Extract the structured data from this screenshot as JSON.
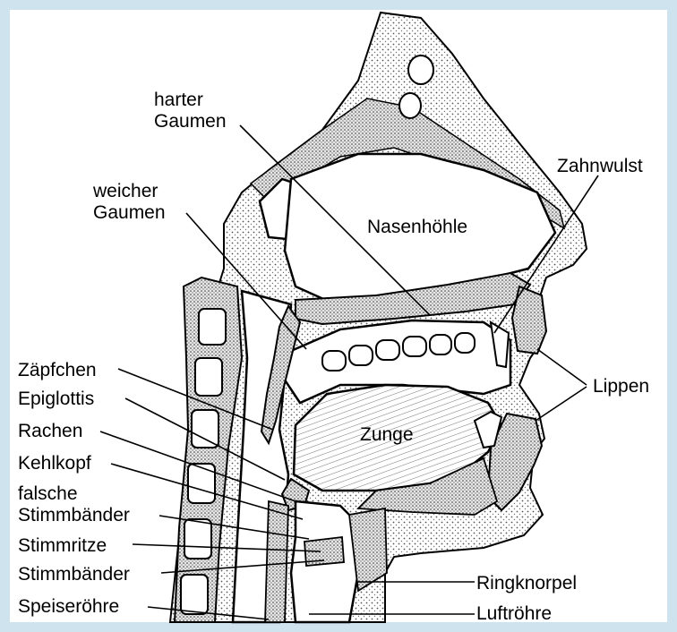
{
  "colors": {
    "background": "#cfe3ee",
    "panel": "#ffffff",
    "ink": "#000000",
    "tissue": "#f4f4f4",
    "bone": "#dcdcdc"
  },
  "labels": {
    "harter_gaumen": [
      "harter",
      "Gaumen"
    ],
    "weicher_gaumen": [
      "weicher",
      "Gaumen"
    ],
    "nasenhoehle": "Nasenhöhle",
    "zahnwulst": "Zahnwulst",
    "lippen": "Lippen",
    "zunge": "Zunge",
    "zaepfchen": "Zäpfchen",
    "epiglottis": "Epiglottis",
    "rachen": "Rachen",
    "kehlkopf": "Kehlkopf",
    "falsche_stimmbaender": [
      "falsche",
      "Stimmbänder"
    ],
    "stimmritze": "Stimmritze",
    "stimmbaender": "Stimmbänder",
    "speiseroehre": "Speiseröhre",
    "ringknorpel": "Ringknorpel",
    "luftroehre": "Luftröhre"
  }
}
